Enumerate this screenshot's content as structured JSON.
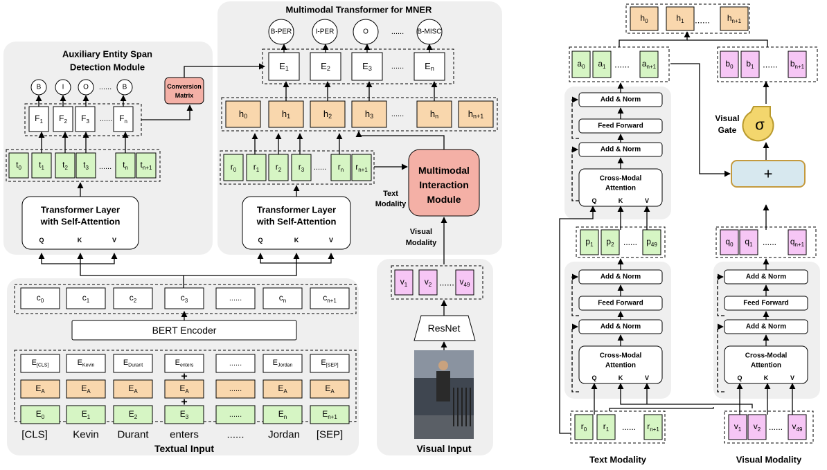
{
  "colors": {
    "panel": "#efefef",
    "orange": "#f9d7ad",
    "green": "#d6f5c4",
    "pink": "#f6c6f5",
    "salmon": "#f4b0a6",
    "gate_fill": "#f3d66d",
    "gate_stroke": "#b99a2e",
    "plus_fill": "#d7e8ef",
    "plus_stroke": "#c49a3e"
  },
  "left": {
    "aux_title_line1": "Auxiliary Entity Span",
    "aux_title_line2": "Detection Module",
    "bio_circles": [
      "B",
      "I",
      "O",
      "B"
    ],
    "bio_dots": "......",
    "f_boxes": [
      {
        "b": "F",
        "s": "1"
      },
      {
        "b": "F",
        "s": "2"
      },
      {
        "b": "F",
        "s": "3"
      },
      {
        "b": "......",
        "s": ""
      },
      {
        "b": "F",
        "s": "n"
      }
    ],
    "t_boxes": [
      {
        "b": "t",
        "s": "0"
      },
      {
        "b": "t",
        "s": "1"
      },
      {
        "b": "t",
        "s": "2"
      },
      {
        "b": "t",
        "s": "3"
      },
      {
        "b": "......",
        "s": ""
      },
      {
        "b": "t",
        "s": "n"
      },
      {
        "b": "t",
        "s": "n+1"
      }
    ],
    "transformer_line1": "Transformer Layer",
    "transformer_line2": "with Self-Attention",
    "qkv": [
      "Q",
      "K",
      "V"
    ],
    "conversion_line1": "Conversion",
    "conversion_line2": "Matrix",
    "mner_title": "Multimodal Transformer for MNER",
    "mner_labels": [
      "B-PER",
      "I-PER",
      "O",
      "......",
      "B-MISC"
    ],
    "e_boxes": [
      {
        "b": "E",
        "s": "1"
      },
      {
        "b": "E",
        "s": "2"
      },
      {
        "b": "E",
        "s": "3"
      },
      {
        "b": "......",
        "s": ""
      },
      {
        "b": "E",
        "s": "n"
      }
    ],
    "h_boxes": [
      {
        "b": "h",
        "s": "0"
      },
      {
        "b": "h",
        "s": "1"
      },
      {
        "b": "h",
        "s": "2"
      },
      {
        "b": "h",
        "s": "3"
      },
      {
        "b": "......",
        "s": ""
      },
      {
        "b": "h",
        "s": "n"
      },
      {
        "b": "h",
        "s": "n+1"
      }
    ],
    "r_boxes": [
      {
        "b": "r",
        "s": "0"
      },
      {
        "b": "r",
        "s": "1"
      },
      {
        "b": "r",
        "s": "2"
      },
      {
        "b": "r",
        "s": "3"
      },
      {
        "b": "......",
        "s": ""
      },
      {
        "b": "r",
        "s": "n"
      },
      {
        "b": "r",
        "s": "n+1"
      }
    ],
    "mim_lines": [
      "Multimodal",
      "Interaction",
      "Module"
    ],
    "text_modality": [
      "Text",
      "Modality"
    ],
    "visual_modality": [
      "Visual",
      "Modality"
    ],
    "c_boxes": [
      {
        "b": "c",
        "s": "0"
      },
      {
        "b": "c",
        "s": "1"
      },
      {
        "b": "c",
        "s": "2"
      },
      {
        "b": "c",
        "s": "3"
      },
      {
        "b": "......",
        "s": ""
      },
      {
        "b": "c",
        "s": "n"
      },
      {
        "b": "c",
        "s": "n+1"
      }
    ],
    "bert": "BERT Encoder",
    "emb_word": [
      {
        "b": "E",
        "s": "[CLS]"
      },
      {
        "b": "E",
        "s": "Kevin"
      },
      {
        "b": "E",
        "s": "Durant"
      },
      {
        "b": "E",
        "s": "enters"
      },
      {
        "b": "......",
        "s": ""
      },
      {
        "b": "E",
        "s": "Jordan"
      },
      {
        "b": "E",
        "s": "[SEP]"
      }
    ],
    "emb_seg": [
      {
        "b": "E",
        "s": "A"
      },
      {
        "b": "E",
        "s": "A"
      },
      {
        "b": "E",
        "s": "A"
      },
      {
        "b": "E",
        "s": "A"
      },
      {
        "b": "......",
        "s": ""
      },
      {
        "b": "E",
        "s": "A"
      },
      {
        "b": "E",
        "s": "A"
      }
    ],
    "emb_pos": [
      {
        "b": "E",
        "s": "0"
      },
      {
        "b": "E",
        "s": "1"
      },
      {
        "b": "E",
        "s": "2"
      },
      {
        "b": "E",
        "s": "3"
      },
      {
        "b": "......",
        "s": ""
      },
      {
        "b": "E",
        "s": "n"
      },
      {
        "b": "E",
        "s": "n+1"
      }
    ],
    "plus": "+",
    "tokens": [
      "[CLS]",
      "Kevin",
      "Durant",
      "enters",
      "......",
      "Jordan",
      "[SEP]"
    ],
    "textual_input": "Textual Input",
    "v_boxes": [
      {
        "b": "v",
        "s": "1"
      },
      {
        "b": "v",
        "s": "2"
      },
      {
        "b": "......",
        "s": ""
      },
      {
        "b": "v",
        "s": "49"
      }
    ],
    "resnet": "ResNet",
    "visual_input": "Visual Input"
  },
  "right": {
    "h_top": [
      {
        "b": "h",
        "s": "0"
      },
      {
        "b": "h",
        "s": "1"
      },
      {
        "b": "......",
        "s": ""
      },
      {
        "b": "h",
        "s": "n+1"
      }
    ],
    "a_boxes": [
      {
        "b": "a",
        "s": "0"
      },
      {
        "b": "a",
        "s": "1"
      },
      {
        "b": "......",
        "s": ""
      },
      {
        "b": "a",
        "s": "n+1"
      }
    ],
    "b_boxes": [
      {
        "b": "b",
        "s": "0"
      },
      {
        "b": "b",
        "s": "1"
      },
      {
        "b": "......",
        "s": ""
      },
      {
        "b": "b",
        "s": "n+1"
      }
    ],
    "add_norm": "Add & Norm",
    "feed_forward": "Feed Forward",
    "cross_line1": "Cross-Modal",
    "cross_line2": "Attention",
    "qkv": [
      "Q",
      "K",
      "V"
    ],
    "visual_gate": [
      "Visual",
      "Gate"
    ],
    "sigma": "σ",
    "plus": "+",
    "p_boxes": [
      {
        "b": "p",
        "s": "1"
      },
      {
        "b": "p",
        "s": "2"
      },
      {
        "b": "......",
        "s": ""
      },
      {
        "b": "p",
        "s": "49"
      }
    ],
    "q_boxes": [
      {
        "b": "q",
        "s": "0"
      },
      {
        "b": "q",
        "s": "1"
      },
      {
        "b": "......",
        "s": ""
      },
      {
        "b": "q",
        "s": "n+1"
      }
    ],
    "r_boxes": [
      {
        "b": "r",
        "s": "0"
      },
      {
        "b": "r",
        "s": "1"
      },
      {
        "b": "......",
        "s": ""
      },
      {
        "b": "r",
        "s": "n+1"
      }
    ],
    "v_boxes": [
      {
        "b": "v",
        "s": "1"
      },
      {
        "b": "v",
        "s": "2"
      },
      {
        "b": "......",
        "s": ""
      },
      {
        "b": "v",
        "s": "49"
      }
    ],
    "text_modality": "Text Modality",
    "visual_modality": "Visual Modality"
  }
}
